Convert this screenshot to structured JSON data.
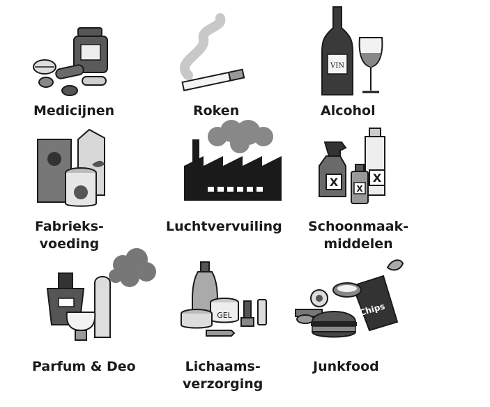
{
  "items": [
    {
      "label": "Medicijnen"
    },
    {
      "label": "Roken"
    },
    {
      "label": "Alcohol",
      "bottle_text": "VIN"
    },
    {
      "label1": "Fabrieks-",
      "label2": "voeding"
    },
    {
      "label": "Luchtvervuiling"
    },
    {
      "label1": "Schoonmaak-",
      "label2": "middelen",
      "hazard_symbol": "X"
    },
    {
      "label": "Parfum & Deo"
    },
    {
      "label1": "Lichaams-",
      "label2": "verzorging",
      "jar_text": "GEL"
    },
    {
      "label": "Junkfood",
      "bag_text": "Chips"
    }
  ],
  "colors": {
    "dark": "#1a1a1a",
    "mid": "#777777",
    "light": "#c8c8c8",
    "paper": "#ffffff"
  }
}
